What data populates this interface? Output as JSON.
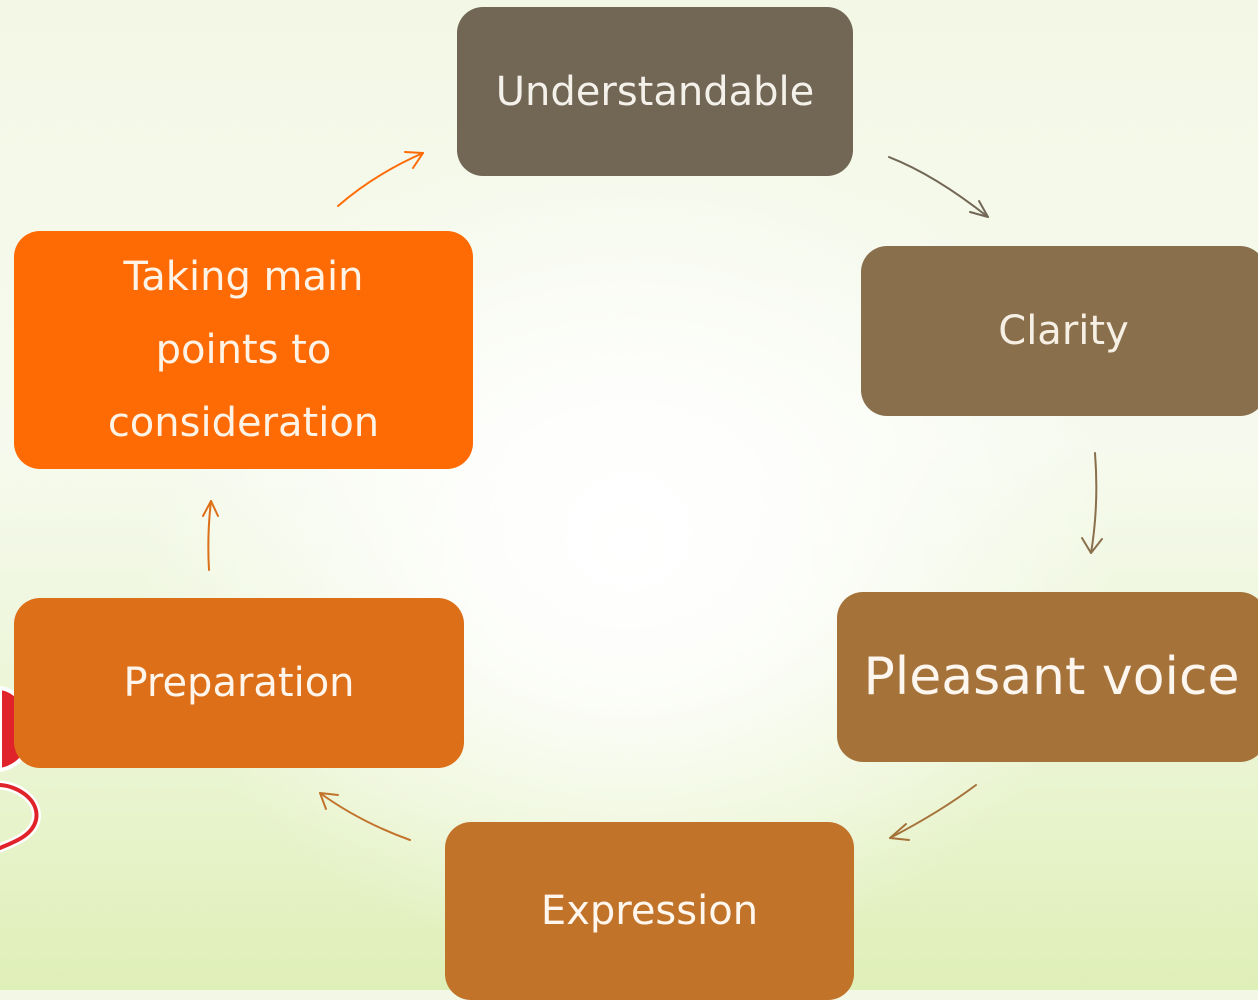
{
  "diagram": {
    "type": "cycle",
    "nodes": [
      {
        "id": "understandable",
        "label": "Understandable",
        "fill": "#726655"
      },
      {
        "id": "clarity",
        "label": "Clarity",
        "fill": "#8a6f4c"
      },
      {
        "id": "pleasant_voice",
        "label": "Pleasant voice",
        "fill": "#a5723a"
      },
      {
        "id": "expression",
        "label": "Expression",
        "fill": "#c2732a"
      },
      {
        "id": "preparation",
        "label": "Preparation",
        "fill": "#dd6f19"
      },
      {
        "id": "taking_main_points",
        "lines": [
          "Taking main",
          "points to",
          "consideration"
        ],
        "fill": "#fe6a03"
      }
    ],
    "edges": [
      {
        "from": "understandable",
        "to": "clarity",
        "color": "#726655"
      },
      {
        "from": "clarity",
        "to": "pleasant_voice",
        "color": "#8a6f4c"
      },
      {
        "from": "pleasant_voice",
        "to": "expression",
        "color": "#a5723a"
      },
      {
        "from": "expression",
        "to": "preparation",
        "color": "#c2732a"
      },
      {
        "from": "preparation",
        "to": "taking_main_points",
        "color": "#dd6f19"
      },
      {
        "from": "taking_main_points",
        "to": "understandable",
        "color": "#fe6a03"
      }
    ]
  }
}
